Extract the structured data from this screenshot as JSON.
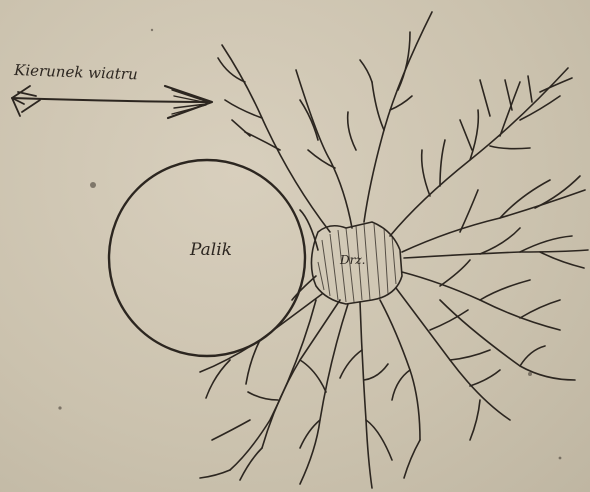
{
  "labels": {
    "arrow_caption": "Kierunek wiatru",
    "circle_label": "Palik",
    "tree_base_label": "Drz."
  },
  "colors": {
    "paper": "#cfc6b3",
    "ink": "#2c2620"
  }
}
